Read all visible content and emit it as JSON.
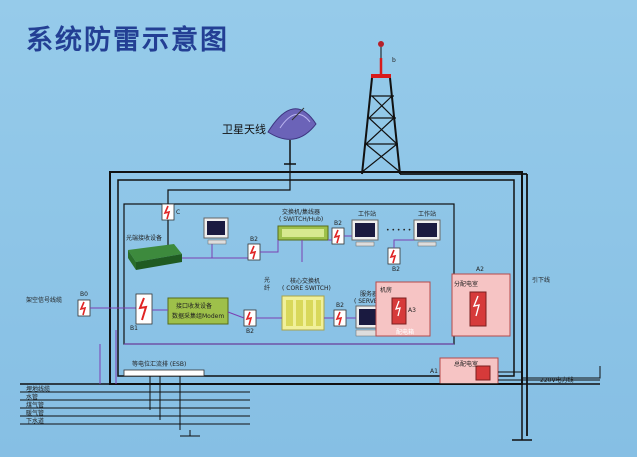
{
  "title": "系统防雷示意图",
  "labels": {
    "satellite": "卫星天线",
    "lightning_rod": "b",
    "c": "C",
    "optical_receiver": "光端接收设备",
    "switch_line1": "交换机/集线器",
    "switch_line2": "( SWITCH/Hub)",
    "b2_top": "B2",
    "b2_left": "B2",
    "b2_mid": "B2",
    "b2_right": "B2",
    "b2_lower": "B2",
    "workstation1": "工作站",
    "workstation2": "工作站",
    "fiber": "光纤",
    "core_switch_line1": "核心交换机",
    "core_switch_line2": "( CORE SWITCH)",
    "server_line1": "服务器",
    "server_line2": "( SERVER)",
    "machine_room": "机房",
    "distribution_box_red": "配电箱",
    "a3": "A3",
    "a2": "A2",
    "sub_box": "分配电室",
    "down_conductor": "引下线",
    "b0": "B0",
    "incoming_signal": "架空信号线缆",
    "b1": "B1",
    "interface_line1": "接口收发设备",
    "interface_line2": "数据采集组Modem",
    "esb": "等电位汇流排 (ESB)",
    "a1": "A1",
    "main_box": "总配电室",
    "power_line": "220V电力线",
    "bottom1": "埋地线缆",
    "bottom2": "水管",
    "bottom3": "煤气管",
    "bottom4": "暖气管",
    "bottom5": "下水道"
  },
  "colors": {
    "background": "#8fc6e8",
    "title": "#233f94",
    "wire_black": "#111111",
    "wire_purple": "#7b3fb2",
    "spd_red": "#e02424",
    "panel_pink": "#f6c4c4"
  }
}
